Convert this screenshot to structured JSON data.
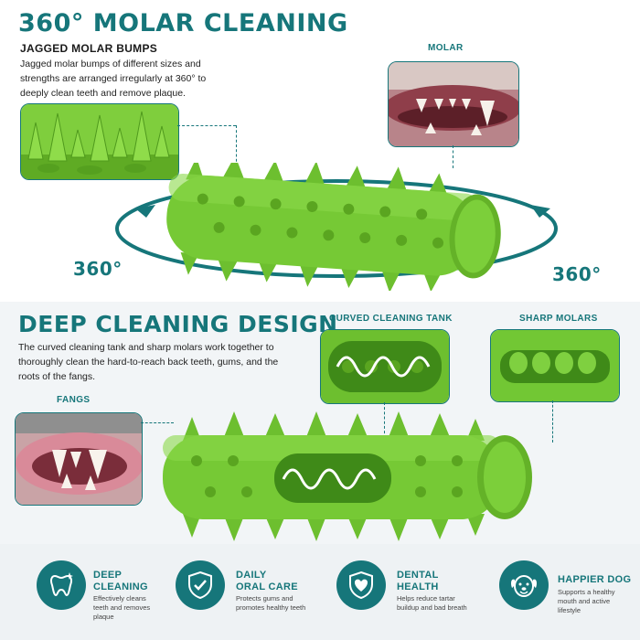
{
  "top": {
    "title": "360° MOLAR CLEANING",
    "subtitle": "JAGGED MOLAR BUMPS",
    "description": "Jagged molar bumps of different sizes and strengths are arranged irregularly at 360° to deeply clean teeth and remove plaque.",
    "molar_label": "MOLAR",
    "rotation_left": "360°",
    "rotation_right": "360°"
  },
  "middle": {
    "title": "DEEP CLEANING DESIGN",
    "description": "The curved cleaning tank and sharp molars work together to thoroughly clean the hard-to-reach back teeth, gums, and the roots of the fangs.",
    "curved_tank_label": "CURVED CLEANING TANK",
    "sharp_molars_label": "SHARP MOLARS",
    "fangs_label": "FANGS"
  },
  "features": [
    {
      "icon": "tooth-sparkle-icon",
      "title_line1": "DEEP",
      "title_line2": "CLEANING",
      "desc": "Effectively cleans teeth and removes plaque"
    },
    {
      "icon": "shield-check-icon",
      "title_line1": "DAILY",
      "title_line2": "ORAL CARE",
      "desc": "Protects gums and promotes healthy teeth"
    },
    {
      "icon": "heart-shield-icon",
      "title_line1": "DENTAL",
      "title_line2": "HEALTH",
      "desc": "Helps reduce tartar buildup and bad breath"
    },
    {
      "icon": "dog-face-icon",
      "title_line1": "HAPPIER DOG",
      "title_line2": "",
      "desc": "Supports a healthy mouth and active lifestyle"
    }
  ],
  "colors": {
    "accent": "#16767a",
    "toy_green": "#72c734",
    "toy_dark": "#4f9a1d"
  }
}
